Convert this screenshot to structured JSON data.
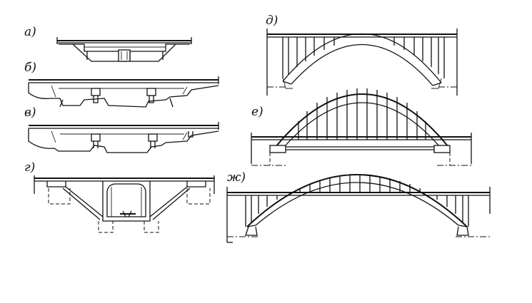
{
  "figure": {
    "labels": {
      "a": "а)",
      "b": "б)",
      "v": "в)",
      "g": "г)",
      "d": "д)",
      "e": "е)",
      "zh": "ж)"
    }
  }
}
